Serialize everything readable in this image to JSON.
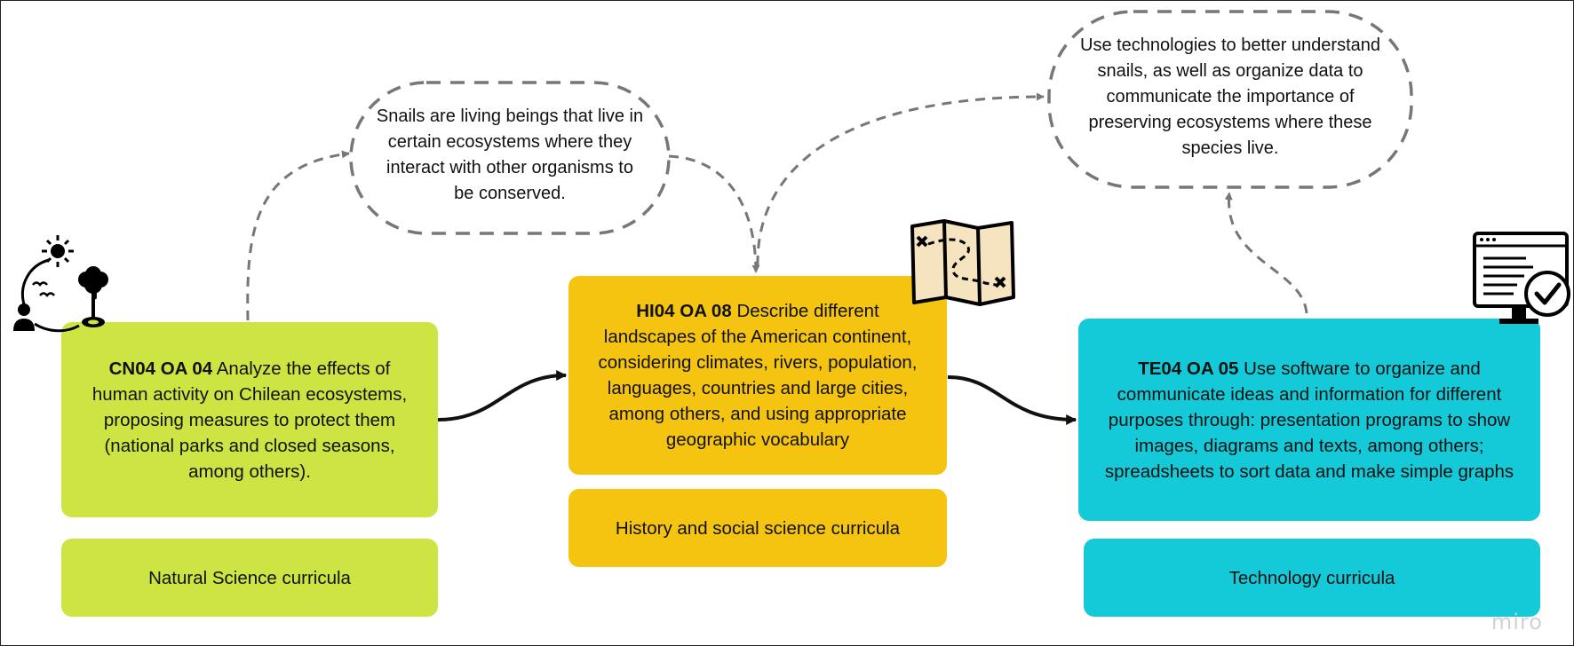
{
  "nodes": {
    "natural_science": {
      "code": "CN04 OA 04",
      "text": " Analyze the effects of human activity on Chilean ecosystems, proposing measures to protect them (national parks and closed seasons, among others).",
      "curriculum": "Natural Science curricula",
      "color": "#cde442"
    },
    "history": {
      "code": "HI04 OA 08",
      "text": " Describe different landscapes of the American continent, considering climates, rivers, population, languages, countries and large cities, among others, and using appropriate geographic vocabulary",
      "curriculum": "History and social science curricula",
      "color": "#f5c411"
    },
    "technology": {
      "code": "TE04 OA 05",
      "text": " Use software to organize and communicate ideas and information for different purposes through: presentation programs to show images, diagrams and texts, among others; spreadsheets to sort data and make simple graphs",
      "curriculum": "Technology curricula",
      "color": "#14cad8"
    }
  },
  "clouds": {
    "left": "Snails are living beings that live in certain ecosystems where they interact with other organisms to be conserved.",
    "right": "Use technologies to better understand snails, as well as organize data to communicate the importance of preserving ecosystems where these species live."
  },
  "icons": {
    "natural_science": "ecosystem-cycle-icon",
    "history": "treasure-map-icon",
    "technology": "computer-checkmark-icon"
  },
  "watermark": "miro"
}
